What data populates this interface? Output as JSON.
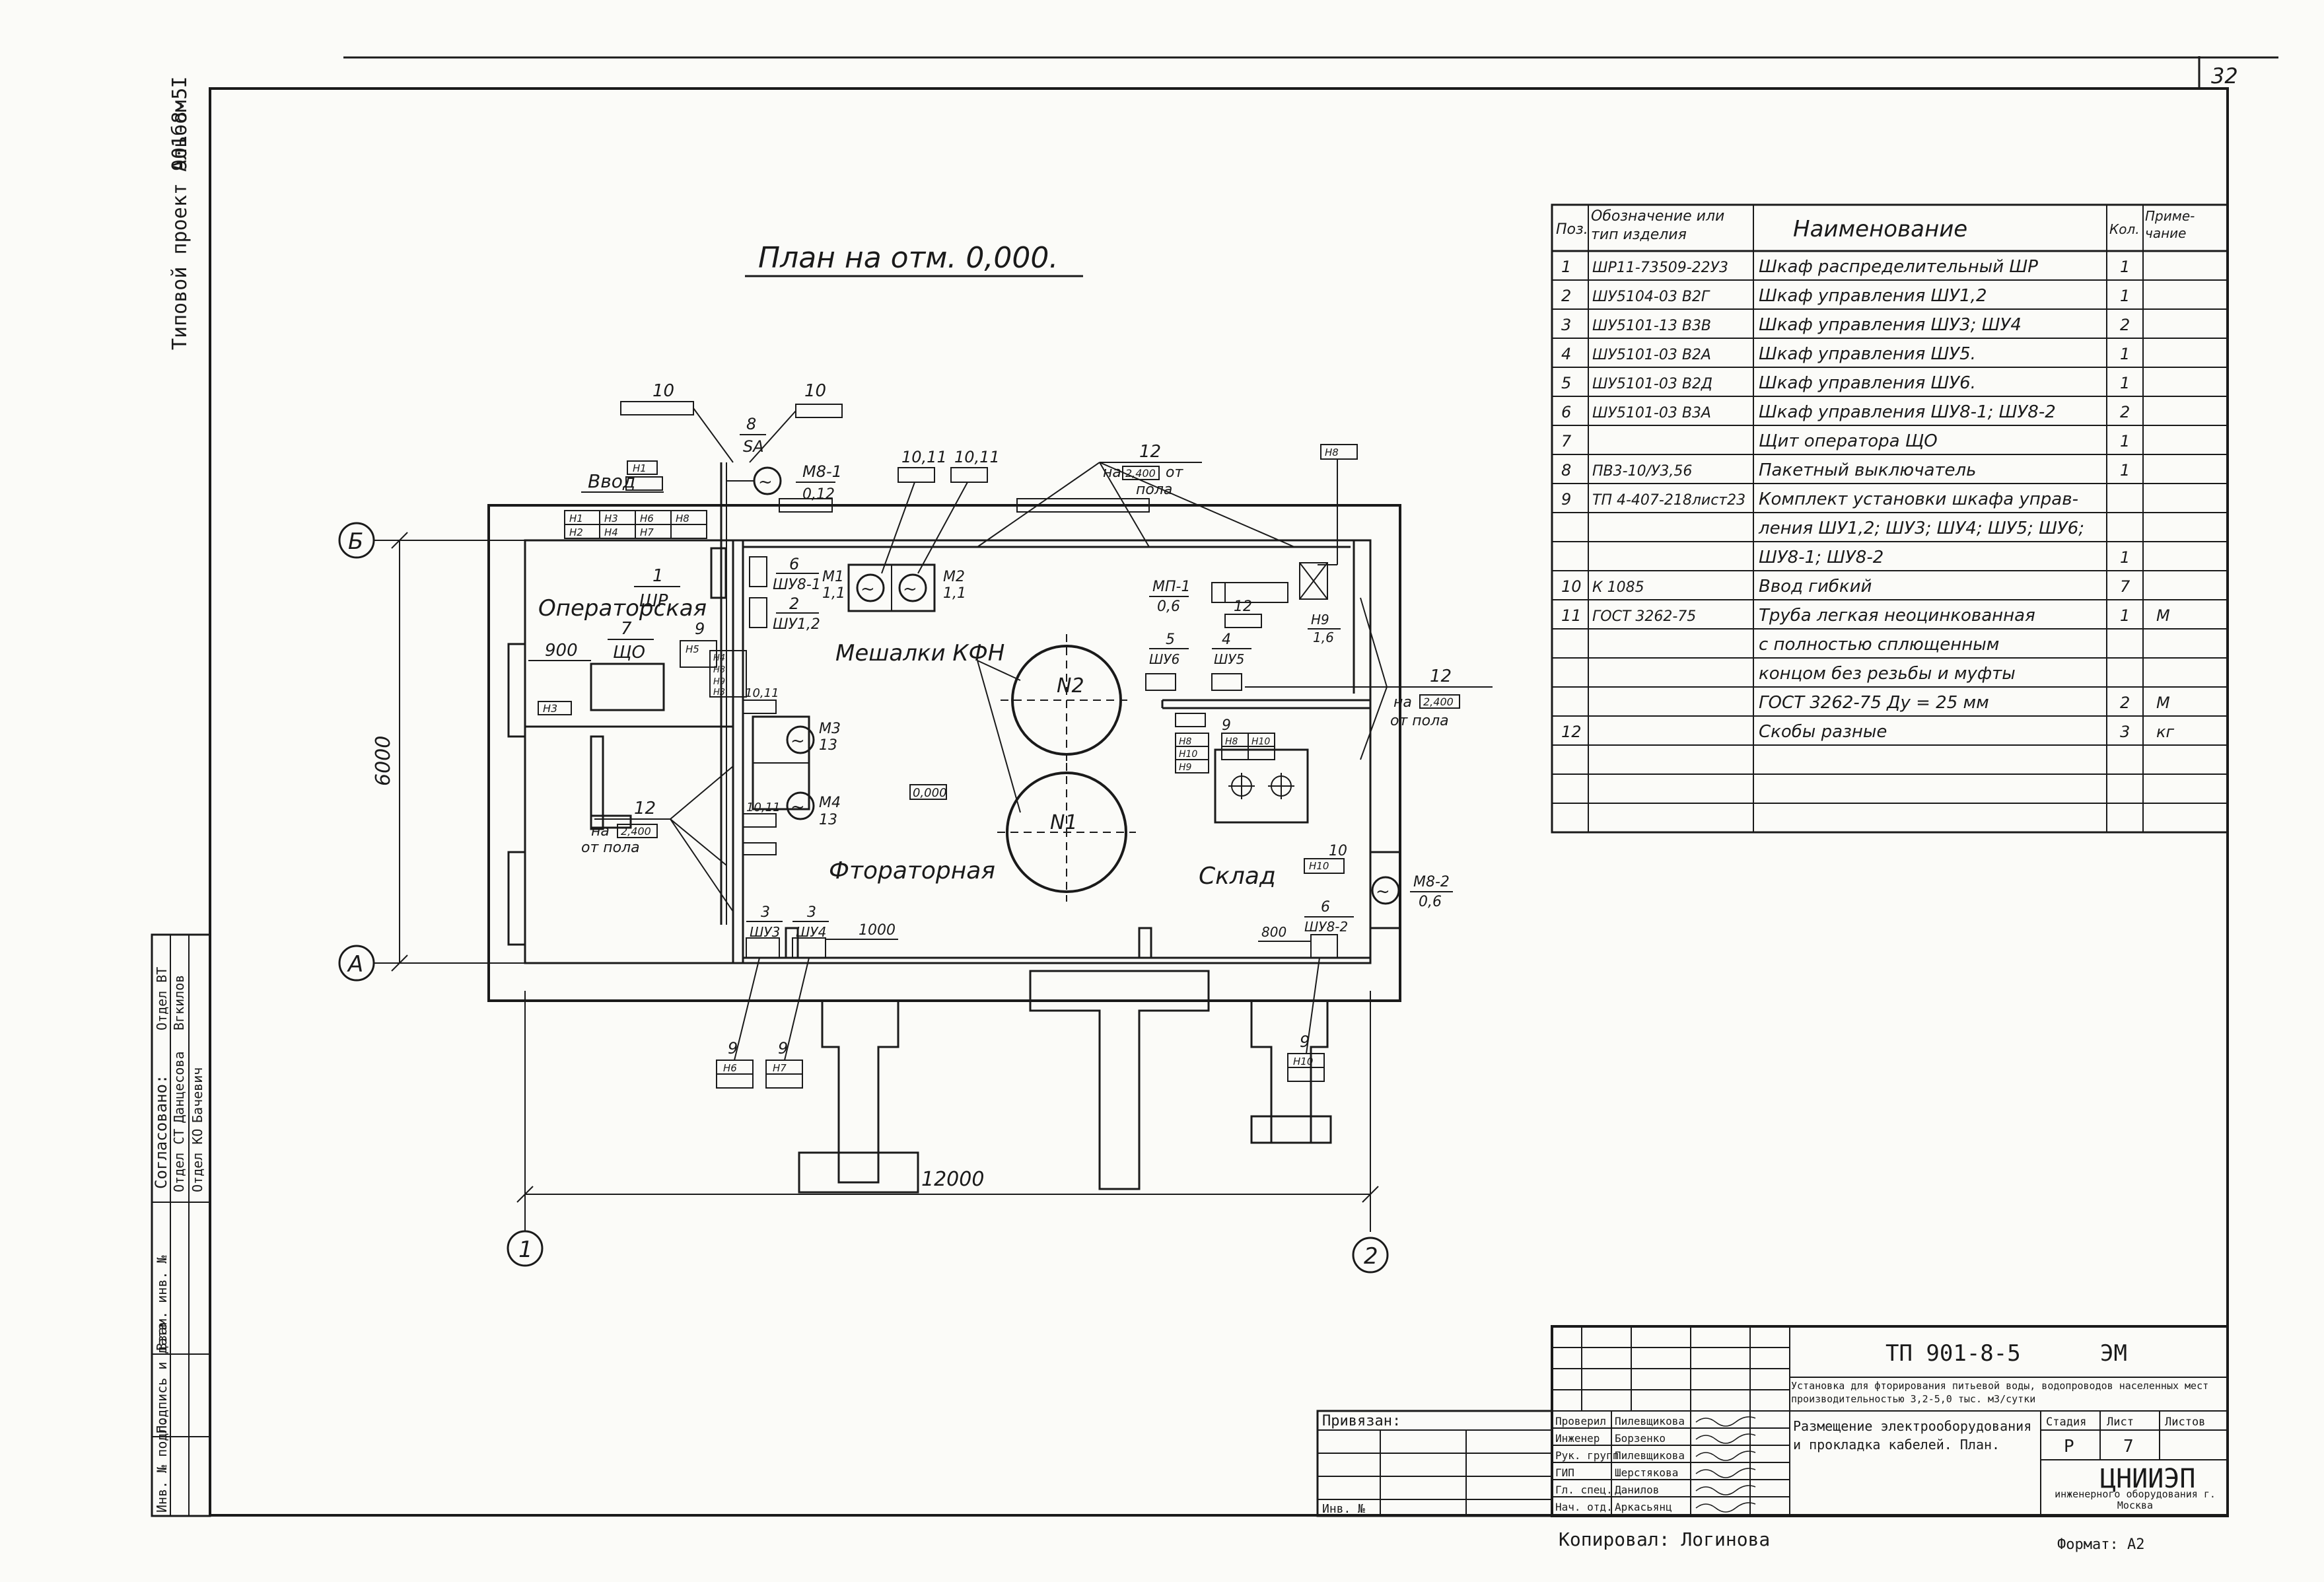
{
  "sheet": {
    "page_number": "32",
    "album_label": "Альбом I",
    "project_label": "Типовой проект 901-8-5",
    "drawing_code": "ТП 901-8-5",
    "drawing_mark": "ЭМ",
    "copied_by": "Копировал: Логинова",
    "format": "Формат: А2"
  },
  "plan": {
    "title": "План на отм. 0,000.",
    "rooms": {
      "operator": "Операторская",
      "fluor": "Фтораторная",
      "store": "Склад",
      "mixers": "Мешалки КФН"
    },
    "axes": {
      "a": "А",
      "b": "Б",
      "c1": "1",
      "c2": "2"
    },
    "dims": {
      "width": "12000",
      "height": "6000",
      "d900": "900",
      "d1000": "1000",
      "d800": "800"
    },
    "level": "0,000",
    "tank_n1": "N1",
    "tank_n2": "N2",
    "note_height": "на 2,400 от пола",
    "labels": {
      "vvod": "Ввод",
      "wr": "ШР",
      "wo": "ЩО",
      "m1": "М1",
      "m2": "М2",
      "m3": "М3",
      "m4": "М4",
      "p11": "1,1",
      "p13": "13",
      "p06": "0,6",
      "p16": "1,6",
      "mp1": "МП-1",
      "m8_1": "М8-1",
      "m8_2": "М8-2",
      "p012": "0,12",
      "shu8_1": "ШУ8-1",
      "shu8_2": "ШУ8-2",
      "shu12": "ШУ1,2",
      "shu3": "ШУ3",
      "shu4": "ШУ4",
      "shu5": "ШУ5",
      "shu6": "ШУ6",
      "n1": "1",
      "n2": "2",
      "n3": "3",
      "n4": "4",
      "n5": "5",
      "n6": "6",
      "n7": "7",
      "n8": "8",
      "n9": "9",
      "n10": "10",
      "n1011": "10,11",
      "n12": "12",
      "sa": "SA",
      "h1": "Н1",
      "h2": "Н2",
      "h3": "Н3",
      "h4": "Н4",
      "h5": "Н5",
      "h6": "Н6",
      "h7": "Н7",
      "h8": "Н8",
      "h9": "Н9",
      "h10": "Н10"
    }
  },
  "spec": {
    "headers": {
      "pos": "Поз.",
      "code": "Обозначение или тип изделия",
      "name": "Наименование",
      "qty": "Кол.",
      "note": "Приме-чание"
    },
    "rows": [
      {
        "pos": "1",
        "code": "ШР11-73509-22У3",
        "name": "Шкаф распределительный ШР",
        "qty": "1",
        "note": ""
      },
      {
        "pos": "2",
        "code": "ШУ5104-03 В2Г",
        "name": "Шкаф управления ШУ1,2",
        "qty": "1",
        "note": ""
      },
      {
        "pos": "3",
        "code": "ШУ5101-13 В3В",
        "name": "Шкаф управления ШУ3; ШУ4",
        "qty": "2",
        "note": ""
      },
      {
        "pos": "4",
        "code": "ШУ5101-03 В2А",
        "name": "Шкаф управления ШУ5.",
        "qty": "1",
        "note": ""
      },
      {
        "pos": "5",
        "code": "ШУ5101-03 В2Д",
        "name": "Шкаф управления ШУ6.",
        "qty": "1",
        "note": ""
      },
      {
        "pos": "6",
        "code": "ШУ5101-03 В3А",
        "name": "Шкаф управления ШУ8-1; ШУ8-2",
        "qty": "2",
        "note": ""
      },
      {
        "pos": "7",
        "code": "",
        "name": "Щит оператора ЩО",
        "qty": "1",
        "note": ""
      },
      {
        "pos": "8",
        "code": "ПВ3-10/У3,56",
        "name": "Пакетный выключатель",
        "qty": "1",
        "note": ""
      },
      {
        "pos": "9",
        "code": "ТП 4-407-218лист23",
        "name": "Комплект установки шкафа управ-",
        "qty": "",
        "note": ""
      },
      {
        "pos": "",
        "code": "",
        "name": "ления ШУ1,2; ШУ3; ШУ4; ШУ5; ШУ6;",
        "qty": "",
        "note": ""
      },
      {
        "pos": "",
        "code": "",
        "name": "ШУ8-1; ШУ8-2",
        "qty": "1",
        "note": ""
      },
      {
        "pos": "10",
        "code": "К 1085",
        "name": "Ввод гибкий",
        "qty": "7",
        "note": ""
      },
      {
        "pos": "11",
        "code": "ГОСТ 3262-75",
        "name": "Труба легкая неоцинкованная",
        "qty": "1",
        "note": "М"
      },
      {
        "pos": "",
        "code": "",
        "name": "с полностью сплющенным",
        "qty": "",
        "note": ""
      },
      {
        "pos": "",
        "code": "",
        "name": "концом без резьбы и муфты",
        "qty": "",
        "note": ""
      },
      {
        "pos": "",
        "code": "",
        "name": "ГОСТ 3262-75  Ду = 25 мм",
        "qty": "2",
        "note": "М"
      },
      {
        "pos": "12",
        "code": "",
        "name": "Скобы разные",
        "qty": "3",
        "note": "кг"
      }
    ]
  },
  "title_block": {
    "project_desc": "Установка для фторирования питьевой воды, водопроводов населенных мест производительностью 3,2-5,0 тыс. м3/сутки",
    "drawing_title": "Размещение электрооборудования и прокладка кабелей. План.",
    "stage_label": "Стадия",
    "sheet_label": "Лист",
    "sheets_label": "Листов",
    "stage": "Р",
    "sheet": "7",
    "org": "ЦНИИЭП",
    "org_sub": "инженерного оборудования г. Москва",
    "privyazan": "Привязан:",
    "inv": "Инв. №",
    "roles": [
      {
        "role": "Проверил",
        "name": "Пилевщикова"
      },
      {
        "role": "Инженер",
        "name": "Борзенко"
      },
      {
        "role": "Рук. групп",
        "name": "Пилевщикова"
      },
      {
        "role": "ГИП",
        "name": "Шерстякова"
      },
      {
        "role": "Гл. спец.",
        "name": "Данилов"
      },
      {
        "role": "Нач. отд.",
        "name": "Аркасьянц"
      }
    ],
    "agreed_title": "Согласовано:",
    "agreed": [
      {
        "dept": "Отдел СТ",
        "name": "Данцесова"
      },
      {
        "dept": "Отдел КО",
        "name": "Бачевич"
      },
      {
        "dept": "Отдел ВТ",
        "name": "Вгкилов"
      }
    ],
    "side_cells": [
      "Инв. № подл.",
      "Подпись и дата",
      "Взам. инв. №"
    ]
  }
}
